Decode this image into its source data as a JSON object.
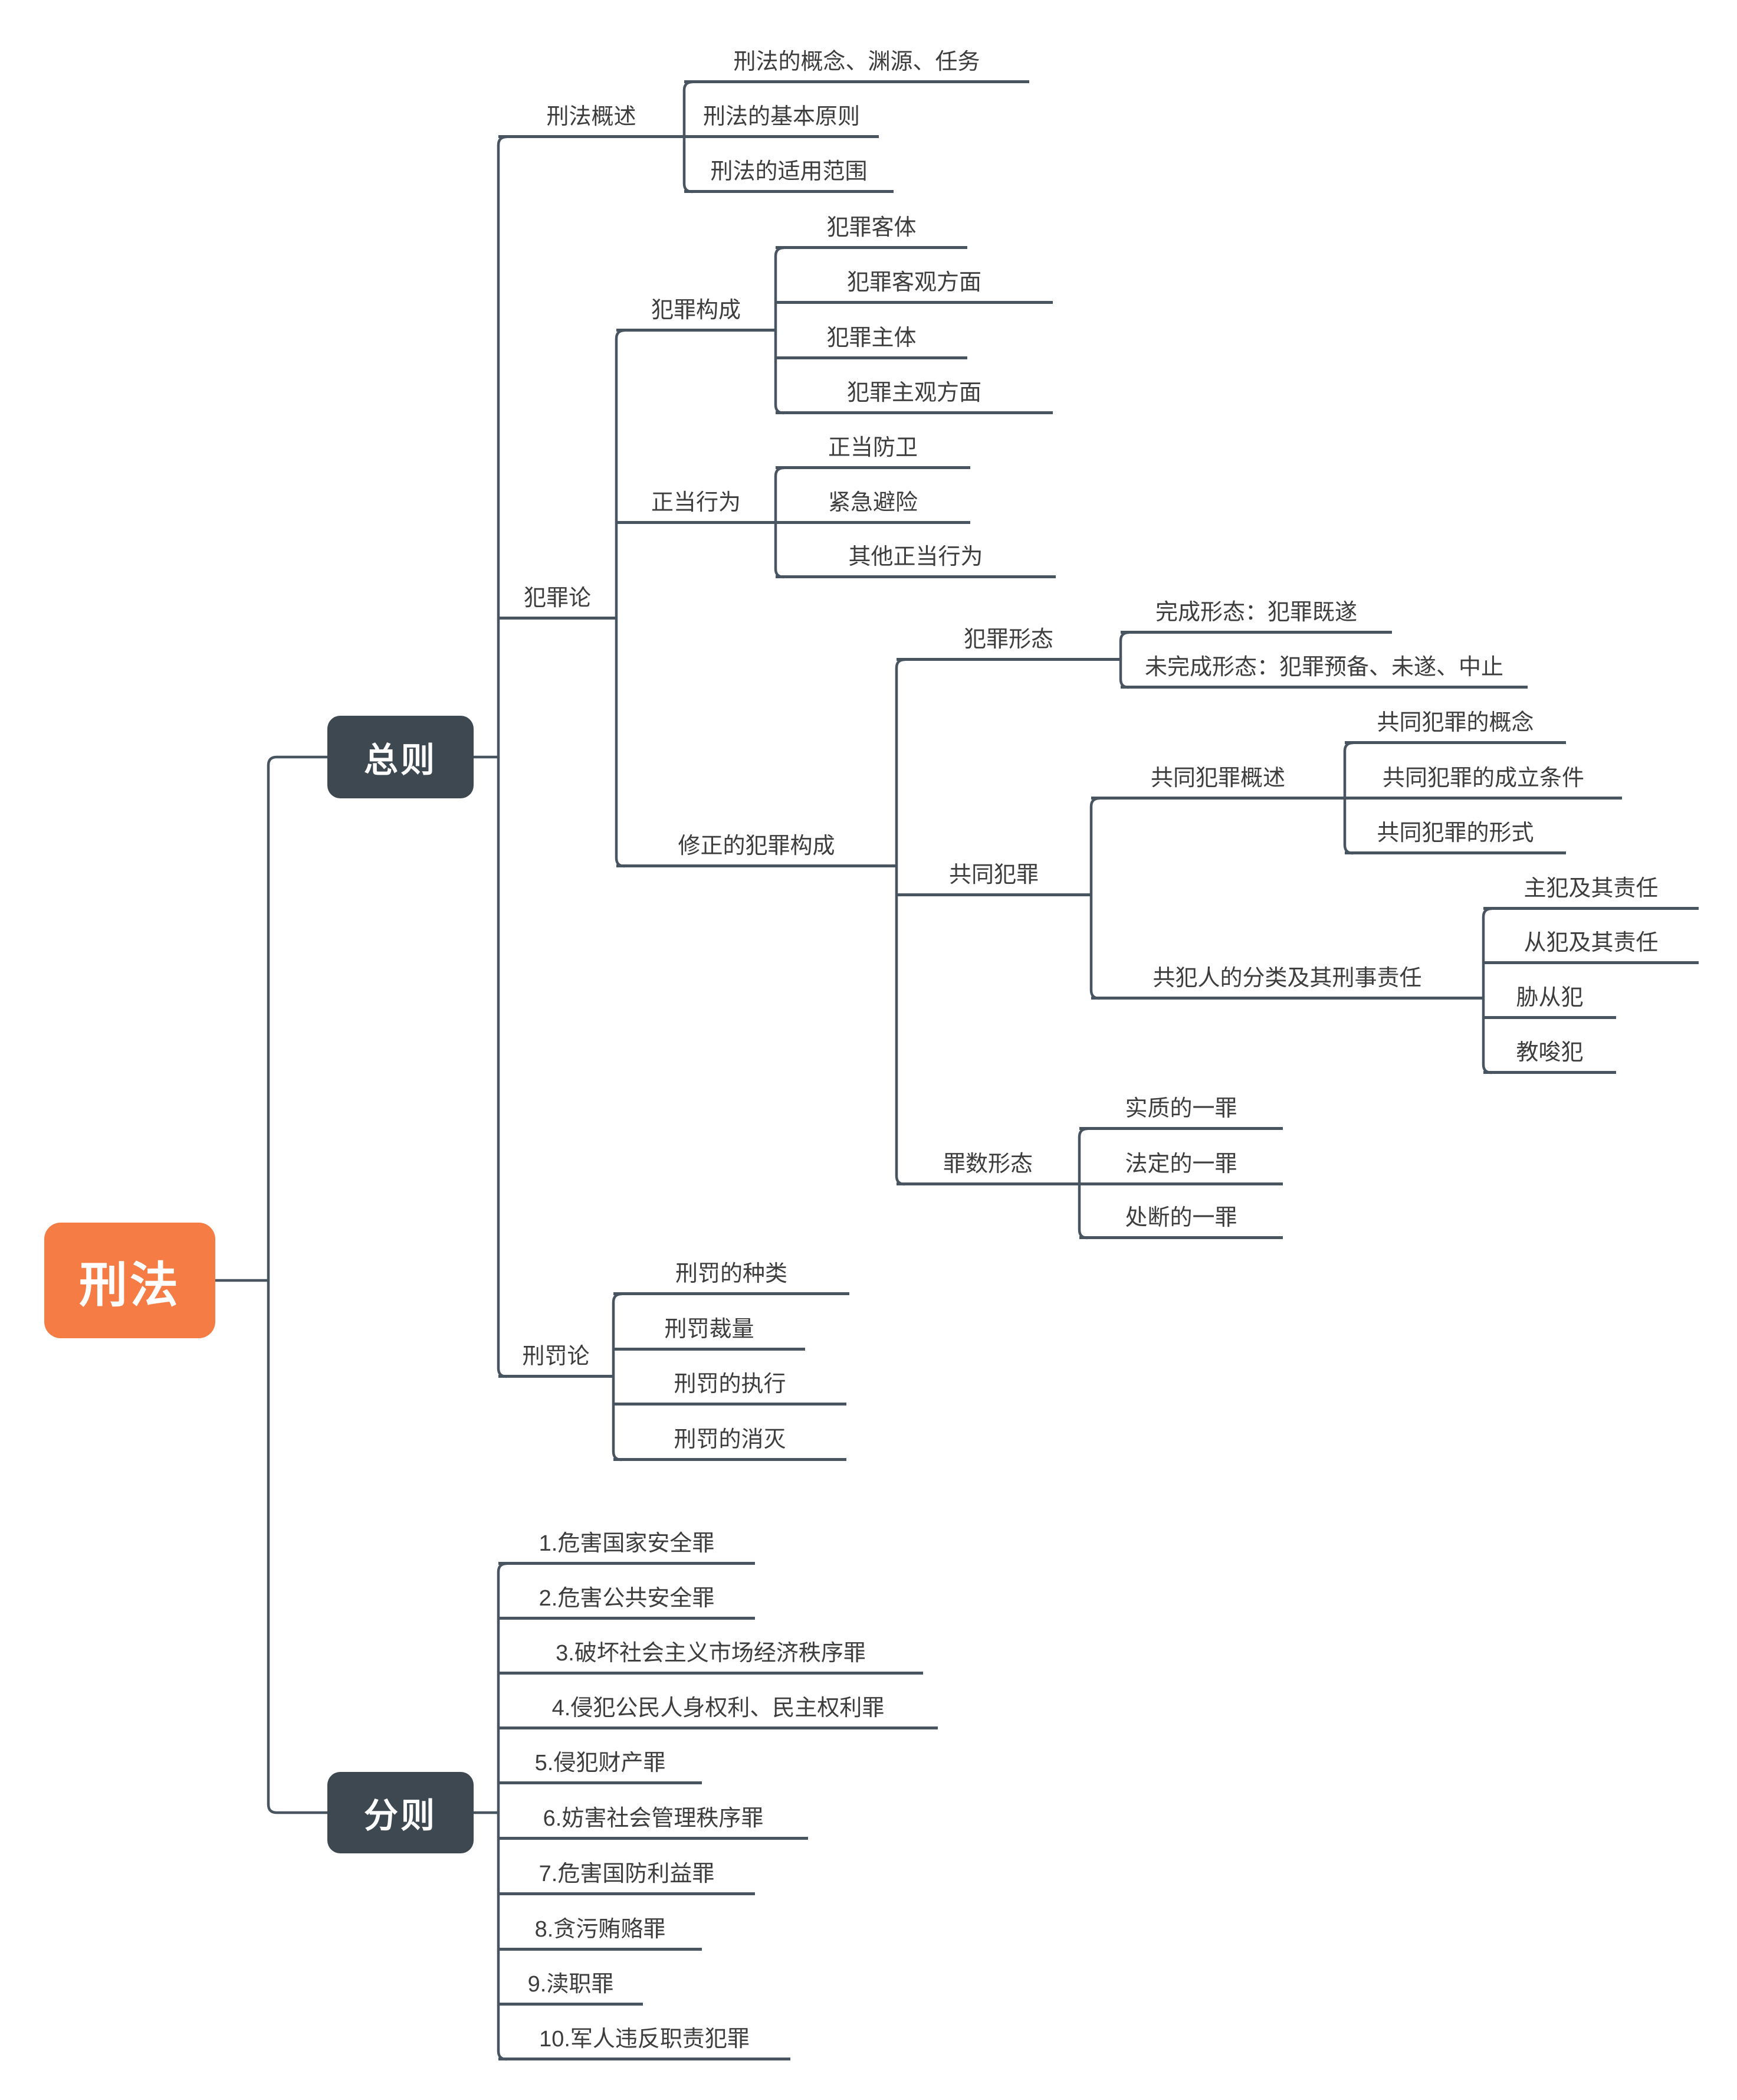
{
  "colors": {
    "root_fill": "#F67C45",
    "branch_fill": "#3E4851",
    "line": "#48545F",
    "text": "#3D3D3D",
    "background": "#FFFFFF"
  },
  "root": {
    "label": "刑法"
  },
  "general": {
    "label": "总则",
    "overview": {
      "label": "刑法概述",
      "items": [
        "刑法的概念、渊源、任务",
        "刑法的基本原则",
        "刑法的适用范围"
      ]
    },
    "crime": {
      "label": "犯罪论",
      "composition": {
        "label": "犯罪构成",
        "items": [
          "犯罪客体",
          "犯罪客观方面",
          "犯罪主体",
          "犯罪主观方面"
        ]
      },
      "justifiable": {
        "label": "正当行为",
        "items": [
          "正当防卫",
          "紧急避险",
          "其他正当行为"
        ]
      },
      "modified": {
        "label": "修正的犯罪构成",
        "forms": {
          "label": "犯罪形态",
          "items": [
            "完成形态：犯罪既遂",
            "未完成形态：犯罪预备、未遂、中止"
          ]
        },
        "joint": {
          "label": "共同犯罪",
          "overview": {
            "label": "共同犯罪概述",
            "items": [
              "共同犯罪的概念",
              "共同犯罪的成立条件",
              "共同犯罪的形式"
            ]
          },
          "classes": {
            "label": "共犯人的分类及其刑事责任",
            "items": [
              "主犯及其责任",
              "从犯及其责任",
              "胁从犯",
              "教唆犯"
            ]
          }
        },
        "counts": {
          "label": "罪数形态",
          "items": [
            "实质的一罪",
            "法定的一罪",
            "处断的一罪"
          ]
        }
      }
    },
    "penalty": {
      "label": "刑罚论",
      "items": [
        "刑罚的种类",
        "刑罚裁量",
        "刑罚的执行",
        "刑罚的消灭"
      ]
    }
  },
  "specific": {
    "label": "分则",
    "items": [
      "1.危害国家安全罪",
      "2.危害公共安全罪",
      "3.破坏社会主义市场经济秩序罪",
      "4.侵犯公民人身权利、民主权利罪",
      "5.侵犯财产罪",
      "6.妨害社会管理秩序罪",
      "7.危害国防利益罪",
      "8.贪污贿赂罪",
      "9.渎职罪",
      "10.军人违反职责犯罪"
    ]
  }
}
